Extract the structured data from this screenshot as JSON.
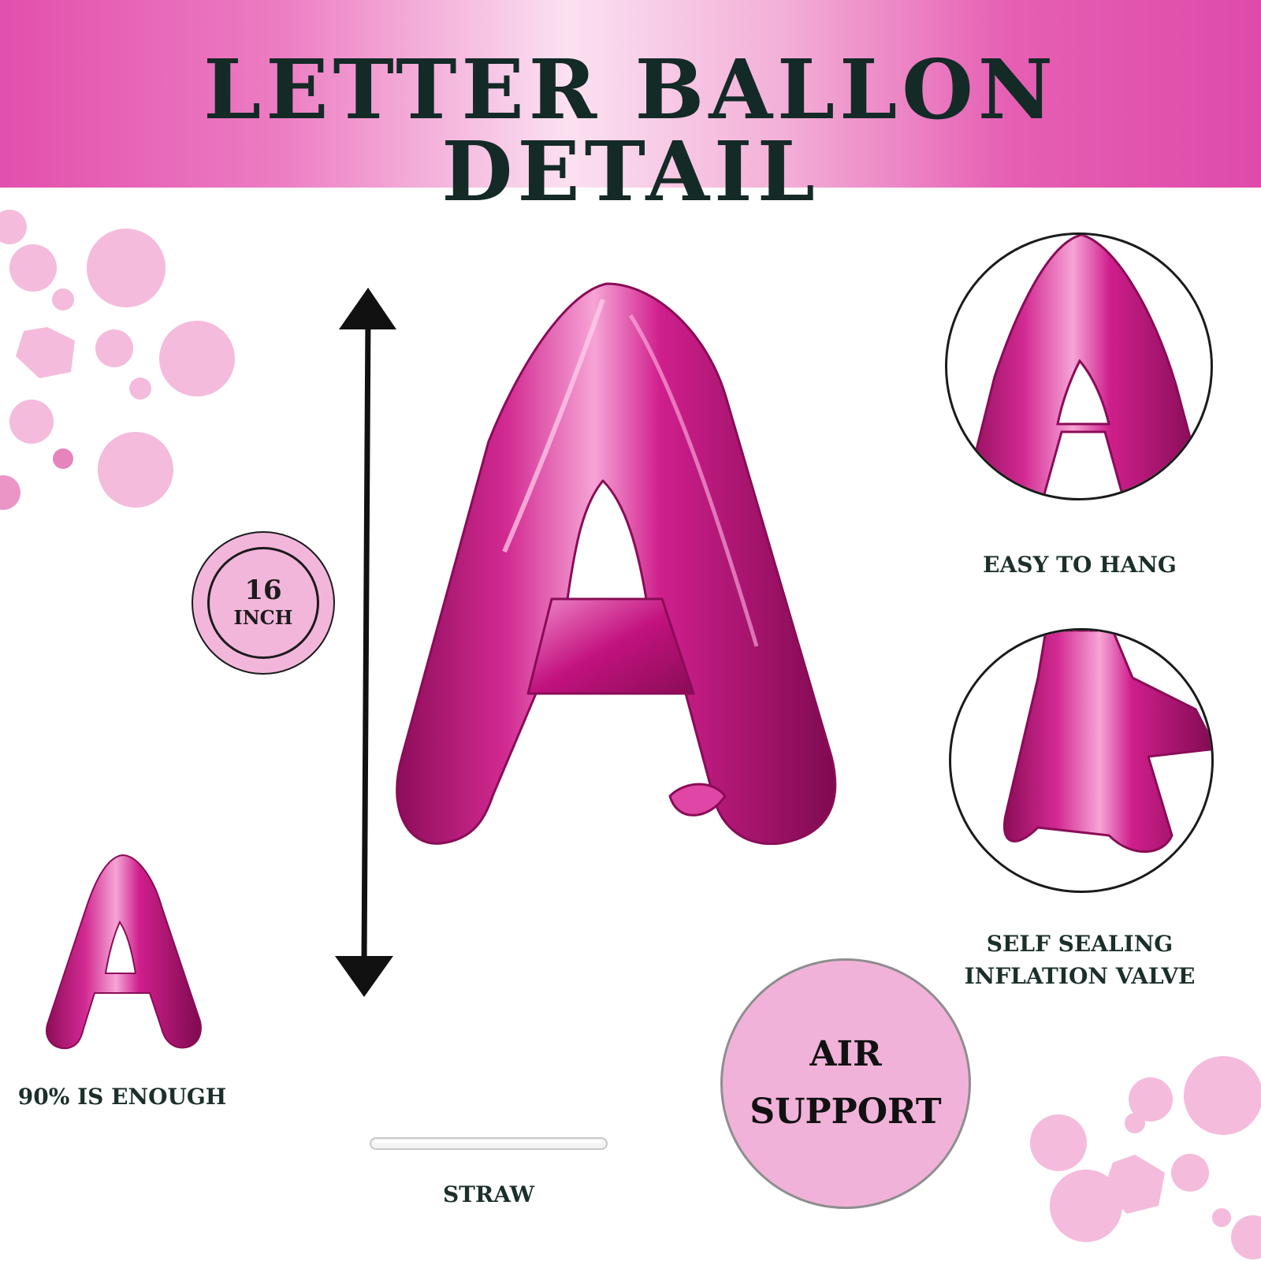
{
  "banner": {
    "title": "LETTER BALLON DETAIL"
  },
  "balloon": {
    "letter": "A",
    "color": "#c4157f"
  },
  "size_badge": {
    "number": "16",
    "unit": "INCH"
  },
  "features": {
    "hang": "EASY TO HANG",
    "valve_line1": "SELF SEALING",
    "valve_line2": "INFLATION VALVE"
  },
  "fill_note": "90% IS ENOUGH",
  "straw_label": "STRAW",
  "air_badge": {
    "line1": "AIR",
    "line2": "SUPPORT"
  },
  "colors": {
    "accent": "#e24fad",
    "decor_pink": "#f2b5d8",
    "text_dark": "#1b2f2b"
  }
}
